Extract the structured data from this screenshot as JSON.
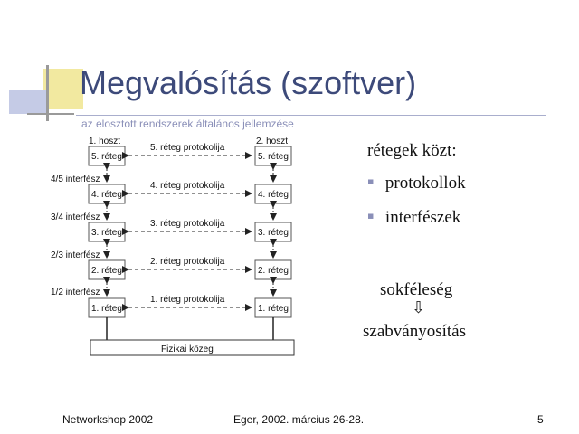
{
  "slide": {
    "title": "Megvalósítás (szoftver)",
    "subtitle": "az elosztott rendszerek általános jellemzése"
  },
  "diagram": {
    "left_host": "1. hoszt",
    "right_host": "2. hoszt",
    "layers": [
      "5. réteg",
      "4. réteg",
      "3. réteg",
      "2. réteg",
      "1. réteg"
    ],
    "protocols": [
      "5. réteg protokolija",
      "4. réteg protokolija",
      "3. réteg protokolija",
      "2. réteg protokolija",
      "1. réteg protokolija"
    ],
    "interfaces": [
      "4/5 interfész",
      "3/4 interfész",
      "2/3 interfész",
      "1/2 interfész"
    ],
    "physical": "Fizikai közeg"
  },
  "side": {
    "heading": "rétegek közt:",
    "bullets": [
      "protokollok",
      "interfészek"
    ],
    "diversity": "sokféleség",
    "arrow": "⇩",
    "standardization": "szabványosítás",
    "bullet_glyph": "▪"
  },
  "footer": {
    "left": "Networkshop 2002",
    "center": "Eger, 2002. március 26-28.",
    "page": "5"
  },
  "colors": {
    "title": "#3d4a7a",
    "subtitle": "#8a8fb8",
    "deco_yellow": "#f2e9a0",
    "deco_blue": "#c5cbe6",
    "deco_gray": "#9a9a9a"
  }
}
